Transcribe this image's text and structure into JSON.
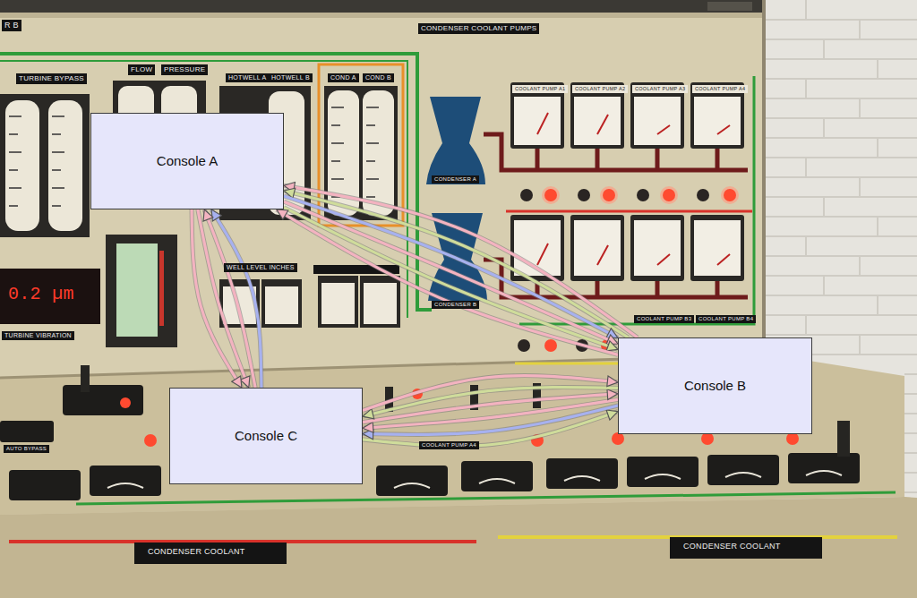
{
  "diagram": {
    "nodes": [
      {
        "text": [
          "Console A"
        ]
      },
      {
        "text": [
          "Console B"
        ]
      },
      {
        "text": [
          "Console C"
        ]
      }
    ],
    "edges": [
      {
        "from": 2,
        "to": 0,
        "arrow": "to"
      },
      {
        "from": 2,
        "to": 0,
        "arrow": "to"
      },
      {
        "from": 0,
        "to": 2,
        "arrow": "to"
      },
      {
        "from": 0,
        "to": 2,
        "arrow": "to"
      },
      {
        "from": 1,
        "to": 0,
        "arrow": "to"
      },
      {
        "from": 1,
        "to": 0,
        "arrow": "to"
      },
      {
        "from": 0,
        "to": 1,
        "arrow": "to"
      },
      {
        "from": 0,
        "to": 1,
        "arrow": "to"
      },
      {
        "from": 0,
        "to": 1,
        "arrow": "to"
      },
      {
        "from": 1,
        "to": 0,
        "arrow": "to"
      },
      {
        "from": 2,
        "to": 1,
        "arrow": "to"
      },
      {
        "from": 1,
        "to": 2,
        "arrow": "to"
      },
      {
        "from": 1,
        "to": 2,
        "arrow": "to"
      },
      {
        "from": 2,
        "to": 1,
        "arrow": "to"
      },
      {
        "from": 1,
        "to": 2,
        "arrow": "to"
      },
      {
        "from": 2,
        "to": 1,
        "arrow": "to"
      }
    ],
    "labels": [
      "R B",
      "CONDENSER COOLANT PUMPS",
      "TURBINE BYPASS",
      "FLOW",
      "PRESSURE",
      "HOTWELL A",
      "HOTWELL B",
      "COND A",
      "COND B",
      "CONDENSER A",
      "CONDENSER B",
      "COOLANT PUMP A1",
      "COOLANT PUMP A2",
      "COOLANT PUMP A3",
      "COOLANT PUMP A4",
      "COOLANT PUMP B3",
      "COOLANT PUMP B4",
      "0.2 µm",
      "TURBINE VIBRATION",
      "WELL LEVEL INCHES",
      "AUTO BYPASS",
      "COOLANT PUMP A4",
      "CONDENSER COOLANT",
      "CONDENSER COOLANT"
    ]
  }
}
